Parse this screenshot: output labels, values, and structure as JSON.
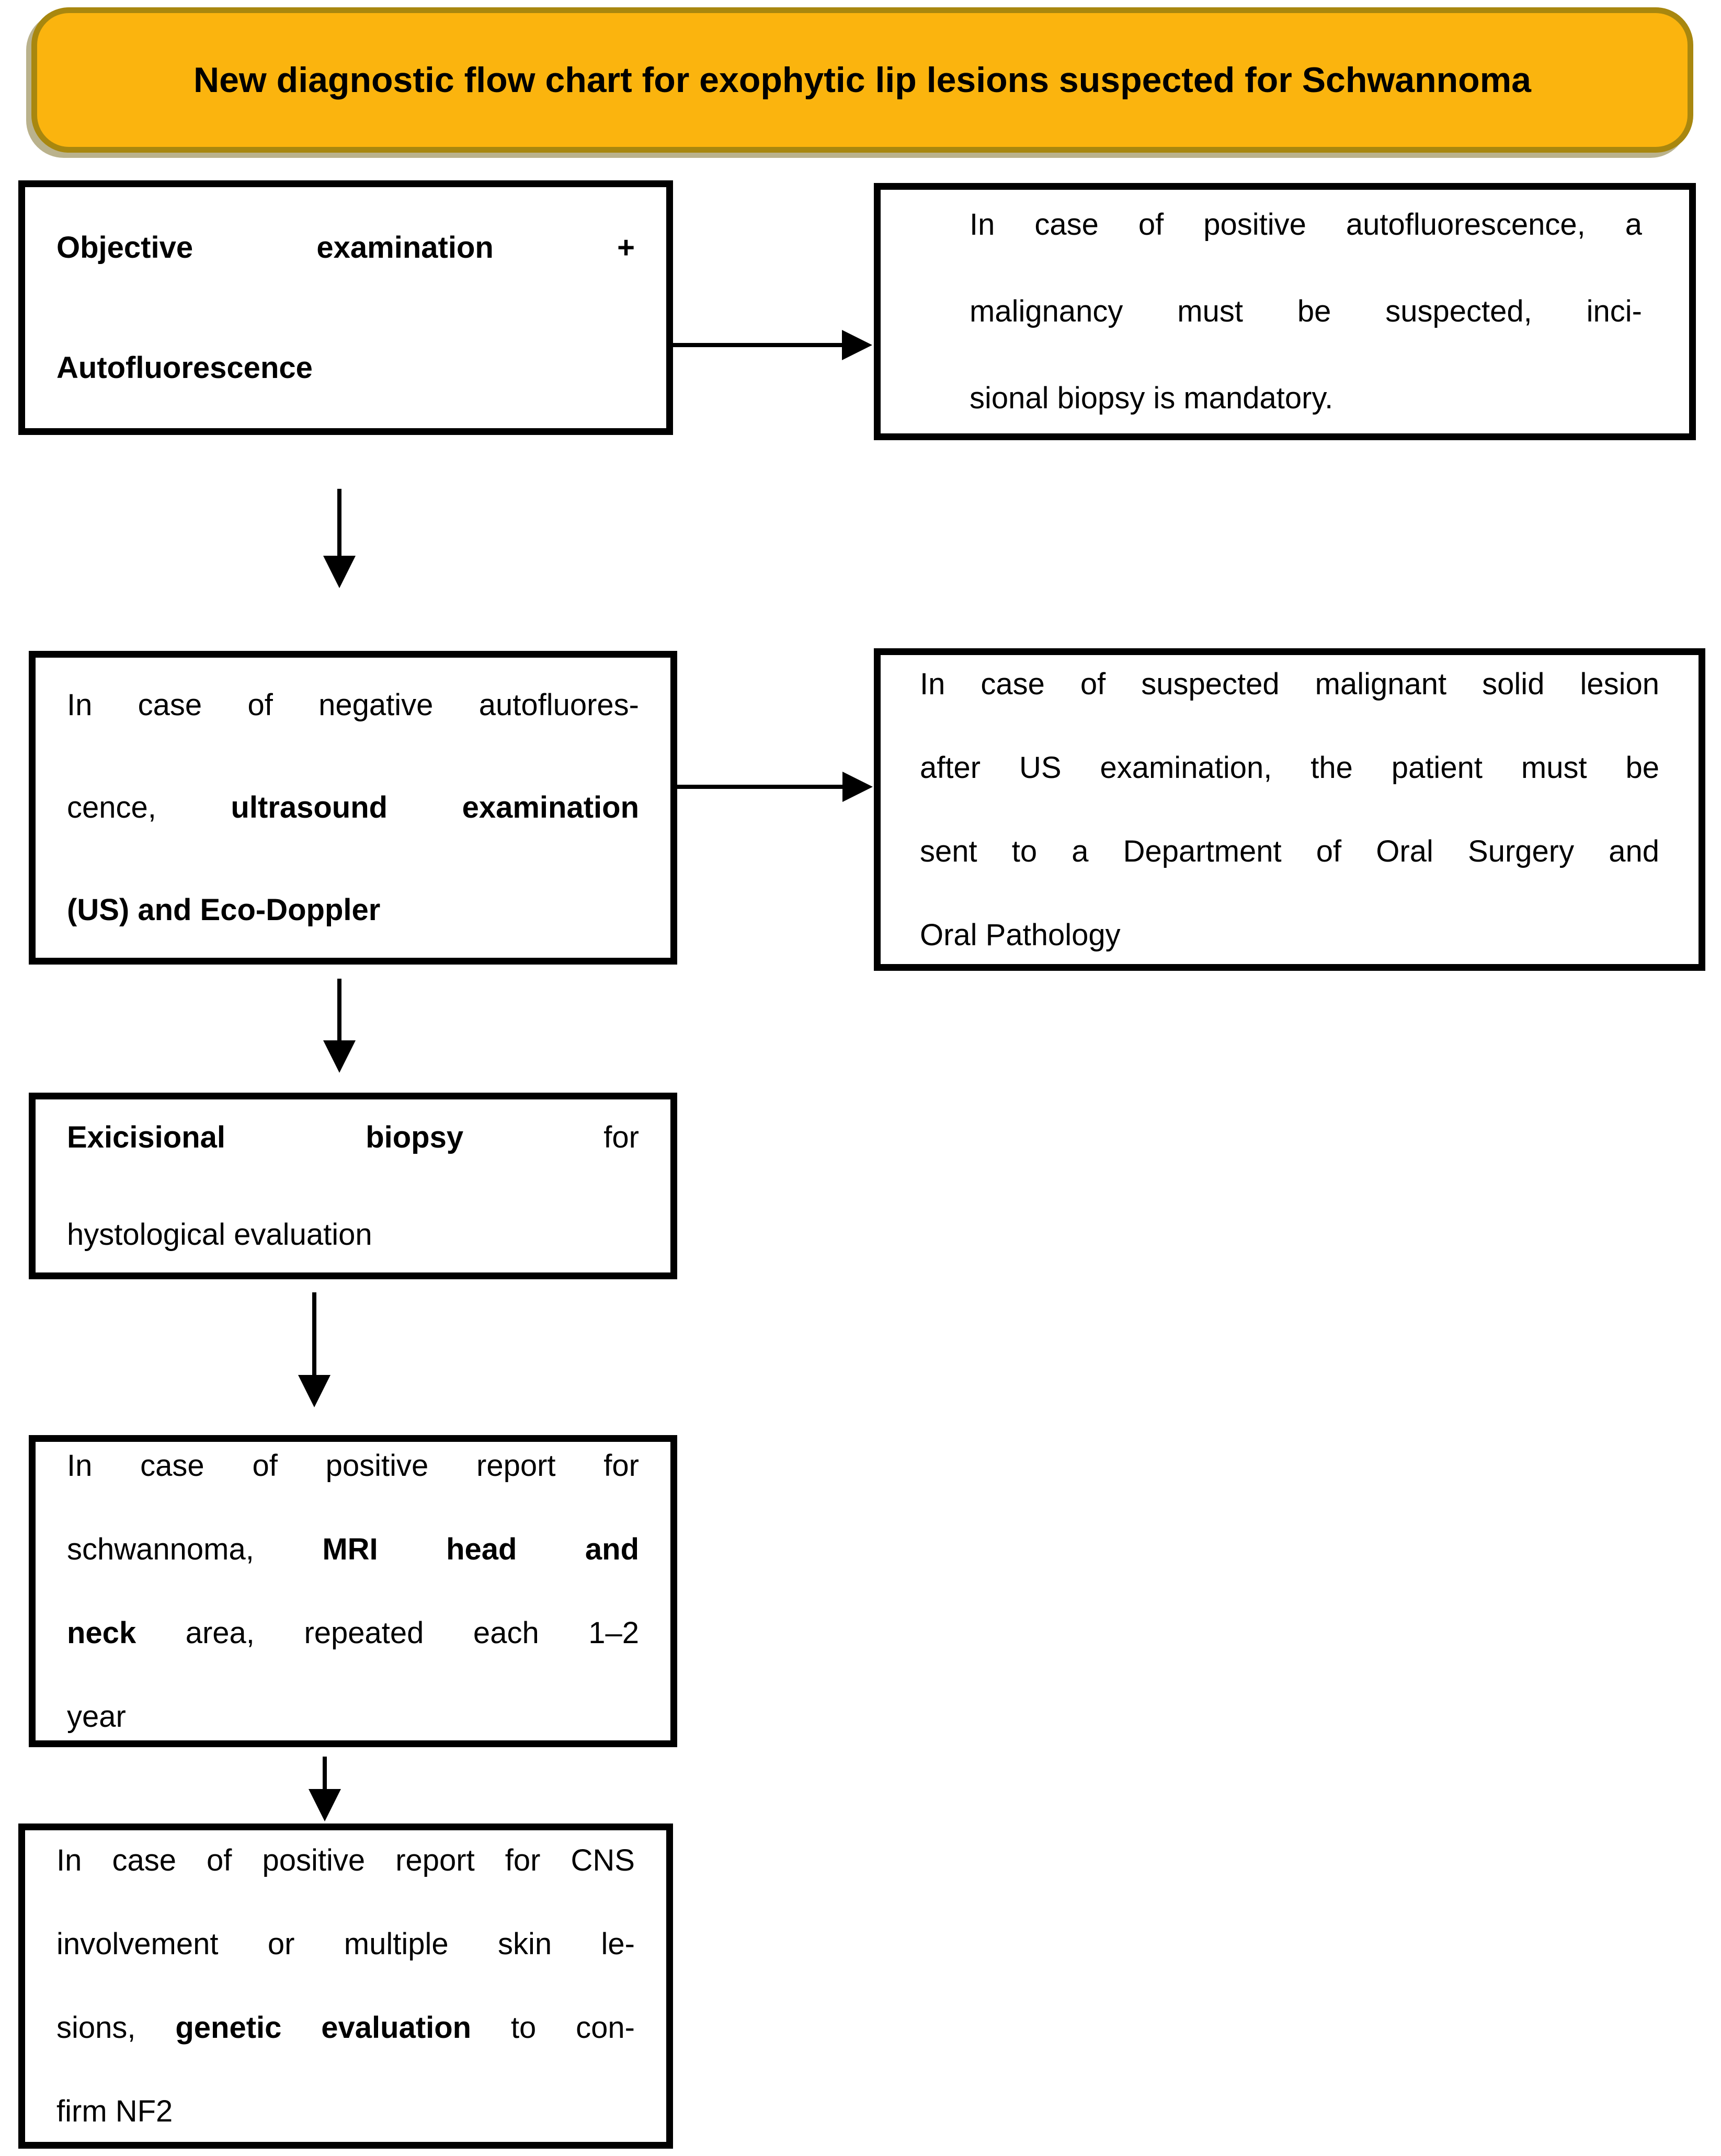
{
  "banner": {
    "title": "New diagnostic flow chart for exophytic lip lesions suspected for Schwannoma"
  },
  "colors": {
    "banner_fill": "#FBB40E",
    "banner_border": "#A8870F",
    "box_border": "#000000",
    "arrow": "#000000",
    "text": "#000000",
    "background": "#FFFFFF"
  },
  "icons": {
    "arrow-down-icon": "▼",
    "arrow-right-icon": "▶"
  },
  "boxes": {
    "objective_examination": {
      "lines": [
        [
          {
            "t": "Objective examination +",
            "b": true
          }
        ],
        [
          {
            "t": "Autofluorescence",
            "b": true
          }
        ]
      ]
    },
    "incisional_biopsy_note": {
      "lines": [
        [
          {
            "t": "In case of positive autofluorescence, a",
            "b": false
          }
        ],
        [
          {
            "t": "malignancy must be suspected, inci-",
            "b": false
          }
        ],
        [
          {
            "t": "sional biopsy is mandatory.",
            "b": false
          }
        ]
      ]
    },
    "ultrasound": {
      "lines": [
        [
          {
            "t": "In case of negative autofluores-",
            "b": false
          }
        ],
        [
          {
            "t": "cence, ",
            "b": false
          },
          {
            "t": "ultrasound examination",
            "b": true
          }
        ],
        [
          {
            "t": "(US) and Eco-Doppler",
            "b": true
          }
        ]
      ]
    },
    "oral_surgery_referral": {
      "lines": [
        [
          {
            "t": "In case of suspected malignant solid lesion",
            "b": false
          }
        ],
        [
          {
            "t": "after US examination, the patient must be",
            "b": false
          }
        ],
        [
          {
            "t": "sent to a Department of Oral Surgery and",
            "b": false
          }
        ],
        [
          {
            "t": "Oral Pathology",
            "b": false
          }
        ]
      ]
    },
    "excisional_biopsy": {
      "lines": [
        [
          {
            "t": "Exicisional biopsy",
            "b": true
          },
          {
            "t": " for",
            "b": false
          }
        ],
        [
          {
            "t": "hystological evaluation",
            "b": false
          }
        ]
      ]
    },
    "mri_head_neck": {
      "lines": [
        [
          {
            "t": "In case of positive report for",
            "b": false
          }
        ],
        [
          {
            "t": "schwannoma, ",
            "b": false
          },
          {
            "t": "MRI head and",
            "b": true
          }
        ],
        [
          {
            "t": "neck",
            "b": true
          },
          {
            "t": " area, repeated each 1–2",
            "b": false
          }
        ],
        [
          {
            "t": "year",
            "b": false
          }
        ]
      ]
    },
    "genetic_evaluation": {
      "lines": [
        [
          {
            "t": "In case of positive report for CNS",
            "b": false
          }
        ],
        [
          {
            "t": "involvement or multiple skin le-",
            "b": false
          }
        ],
        [
          {
            "t": "sions, ",
            "b": false
          },
          {
            "t": "genetic evaluation",
            "b": true
          },
          {
            "t": " to con-",
            "b": false
          }
        ],
        [
          {
            "t": "firm NF2",
            "b": false
          }
        ]
      ]
    }
  }
}
